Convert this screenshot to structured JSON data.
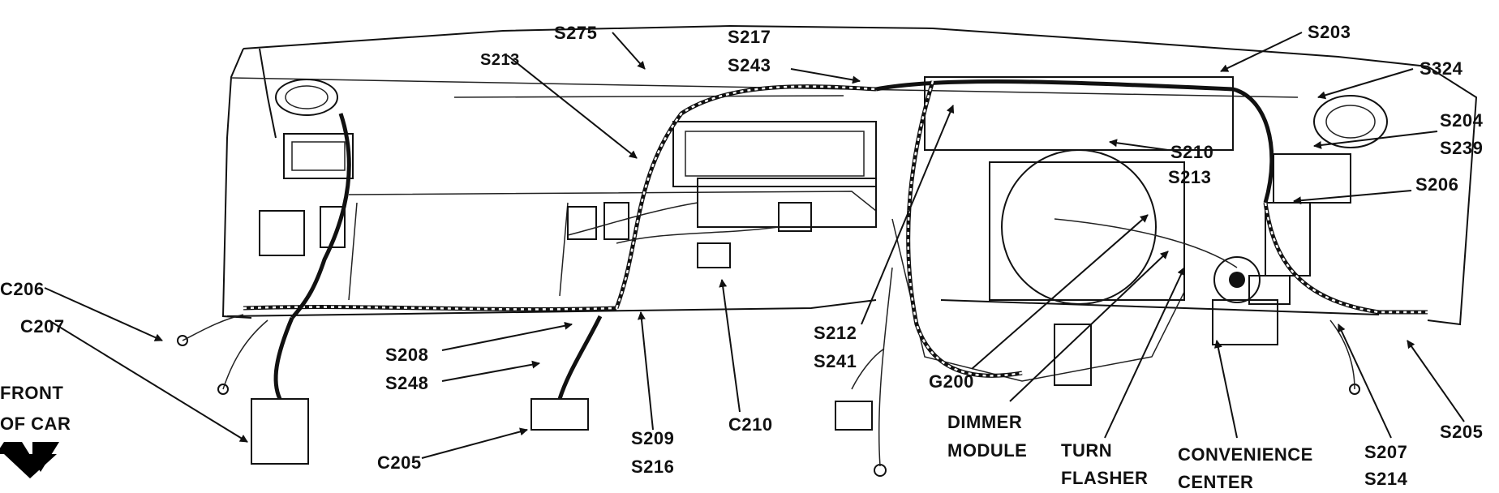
{
  "labels": {
    "s275": "S275",
    "s213_top": "S213",
    "s217": "S217",
    "s243": "S243",
    "s203": "S203",
    "s324": "S324",
    "s204": "S204",
    "s239": "S239",
    "s206": "S206",
    "s210": "S210",
    "s213": "S213",
    "c206": "C206",
    "c207": "C207",
    "front_line1": "FRONT",
    "front_line2": "OF CAR",
    "s208": "S208",
    "s248": "S248",
    "s212": "S212",
    "s241": "S241",
    "g200": "G200",
    "c210": "C210",
    "c205": "C205",
    "s209": "S209",
    "s216": "S216",
    "dimmer1": "DIMMER",
    "dimmer2": "MODULE",
    "turn1": "TURN",
    "turn2": "FLASHER",
    "conv1": "CONVENIENCE",
    "conv2": "CENTER",
    "s207": "S207",
    "s214": "S214",
    "s205": "S205"
  }
}
